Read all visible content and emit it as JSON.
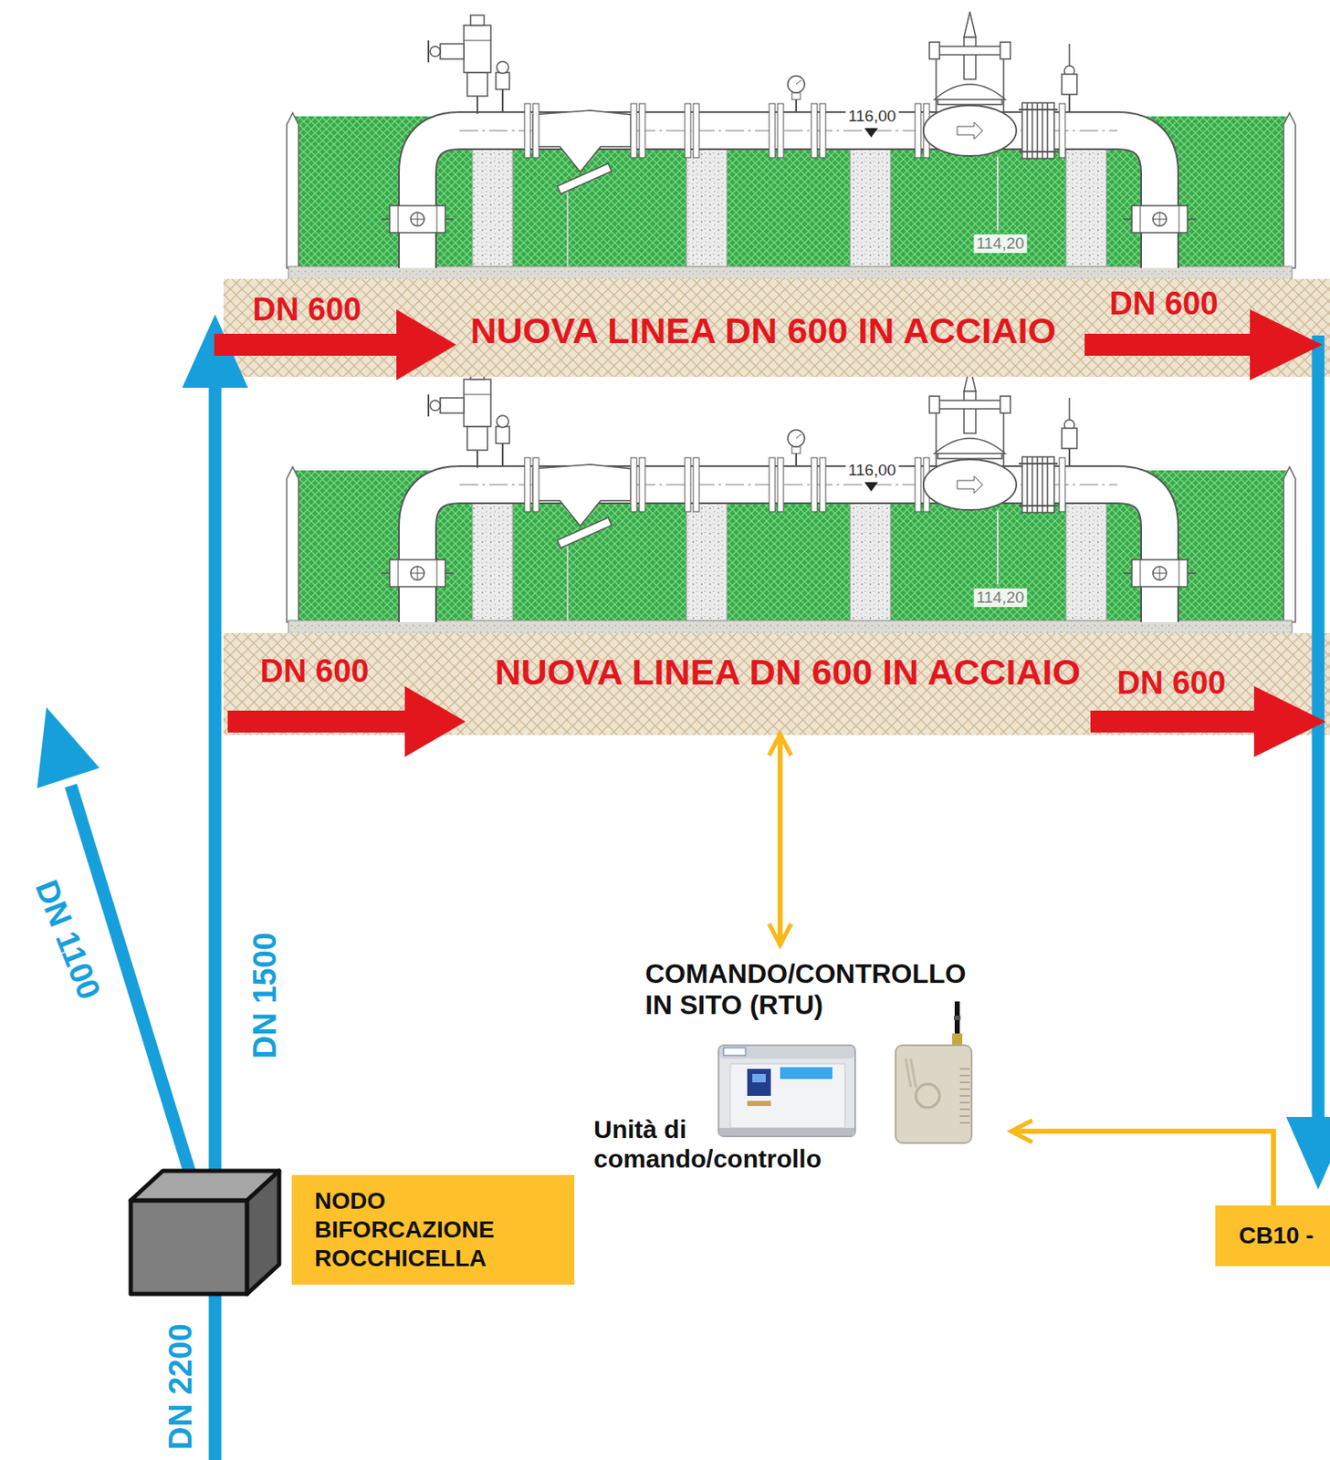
{
  "diagram": {
    "nodes": [
      {
        "text": [
          "NUOVA LINEA DN 600 IN ACCIAIO"
        ]
      },
      {
        "text": [
          "NUOVA LINEA DN 600 IN ACCIAIO"
        ]
      },
      {
        "text": [
          "COMANDO/CONTROLLO IN SITO (RTU)",
          "Unità di comando/controllo"
        ]
      },
      {
        "text": [
          "NODO BIFORCAZIONE ROCCHICELLA"
        ]
      },
      {
        "text": [
          "CB10 -"
        ]
      }
    ],
    "edges": [
      {
        "from": 1,
        "to": 2,
        "arrow": "both"
      },
      {
        "from": 4,
        "to": 2,
        "arrow": "to"
      }
    ],
    "labels": [
      "116,00",
      "114,20",
      "DN 600",
      "DN 600",
      "116,00",
      "114,20",
      "DN 600",
      "DN 600",
      "DN 1500",
      "DN 1100",
      "DN 2200"
    ]
  }
}
